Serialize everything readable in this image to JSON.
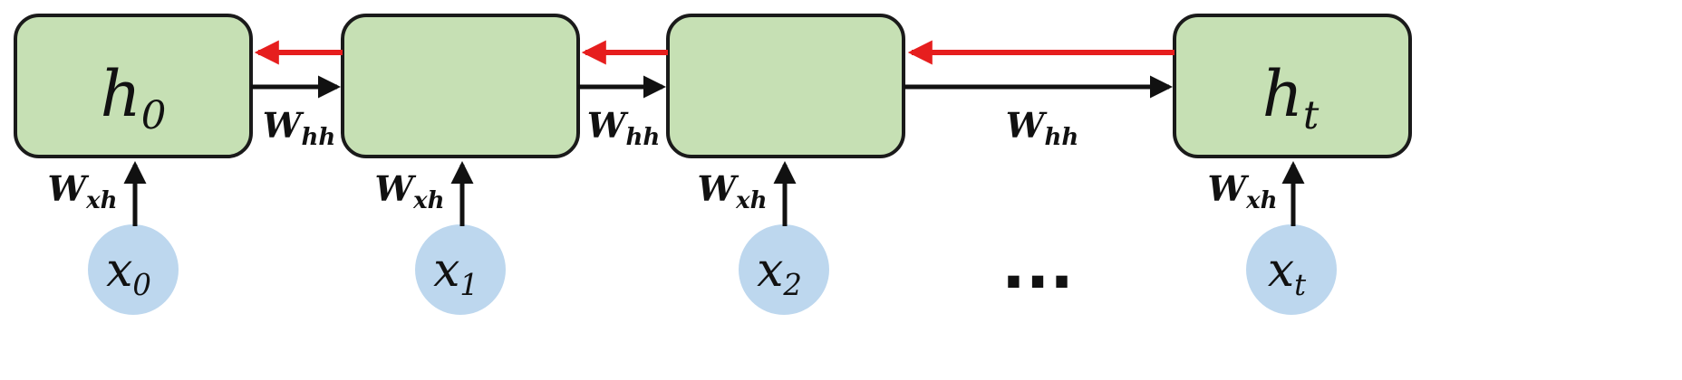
{
  "cells": [
    {
      "state_label": {
        "base": "h",
        "sub": "0"
      },
      "input": {
        "base": "x",
        "sub": "0"
      },
      "input_weight": {
        "base": "W",
        "sub": "xh"
      }
    },
    {
      "state_label": null,
      "input": {
        "base": "x",
        "sub": "1"
      },
      "input_weight": {
        "base": "W",
        "sub": "xh"
      }
    },
    {
      "state_label": null,
      "input": {
        "base": "x",
        "sub": "2"
      },
      "input_weight": {
        "base": "W",
        "sub": "xh"
      }
    },
    {
      "state_label": {
        "base": "h",
        "sub": "t"
      },
      "input": {
        "base": "x",
        "sub": "t"
      },
      "input_weight": {
        "base": "W",
        "sub": "xh"
      }
    }
  ],
  "recurrent_weights": [
    {
      "base": "W",
      "sub": "hh"
    },
    {
      "base": "W",
      "sub": "hh"
    },
    {
      "base": "W",
      "sub": "hh"
    }
  ],
  "ellipsis": "...",
  "colors": {
    "cell_fill": "#c6e0b4",
    "input_fill": "#bdd7ee",
    "forward_arrow": "#111111",
    "backward_arrow": "#e61e1e"
  }
}
